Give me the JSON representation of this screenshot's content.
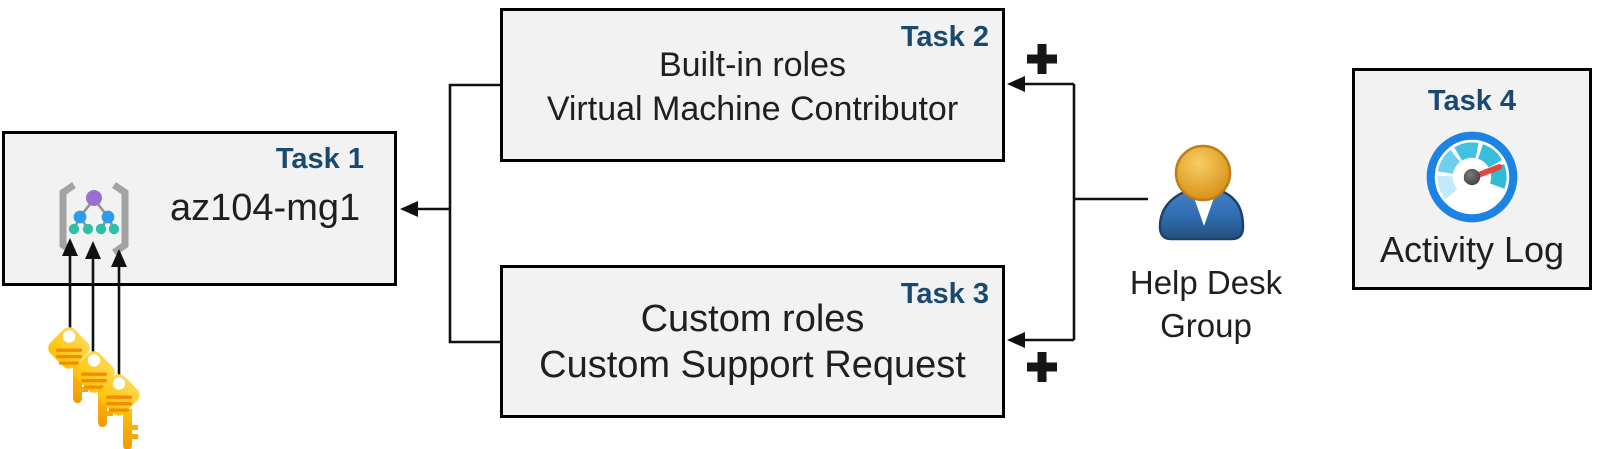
{
  "colors": {
    "task_label": "#1A4970",
    "box_fill": "#F2F2F2",
    "box_border": "#000000",
    "body_text": "#1F1F1F",
    "connector": "#111111",
    "plus": "#161616",
    "node_purple": "#9B6FD1",
    "node_blue": "#2D9CEC",
    "node_teal": "#2DBFA9",
    "bracket_gray": "#A3A3A3",
    "key_stripe": "#EF8E00",
    "key_gold": "#FFC20E",
    "gauge_ring": "#1D83E2",
    "gauge_needle": "#E8463C",
    "person_blue": "#2F6CB0",
    "person_head_gold": "#E3A52F"
  },
  "boxes": {
    "task1": {
      "label": "Task 1",
      "title": "az104-mg1"
    },
    "task2": {
      "label": "Task 2",
      "line1": "Built-in roles",
      "line2": "Virtual Machine Contributor"
    },
    "task3": {
      "label": "Task 3",
      "line1": "Custom roles",
      "line2": "Custom Support Request"
    },
    "task4": {
      "label": "Task 4",
      "caption": "Activity Log"
    }
  },
  "actor": {
    "line1": "Help Desk",
    "line2": "Group"
  },
  "symbols": {
    "plus": "+"
  },
  "icons": {
    "management_group": "management-group-icon",
    "keys": "access-keys-icon",
    "person": "person-icon",
    "gauge": "activity-log-gauge-icon"
  }
}
